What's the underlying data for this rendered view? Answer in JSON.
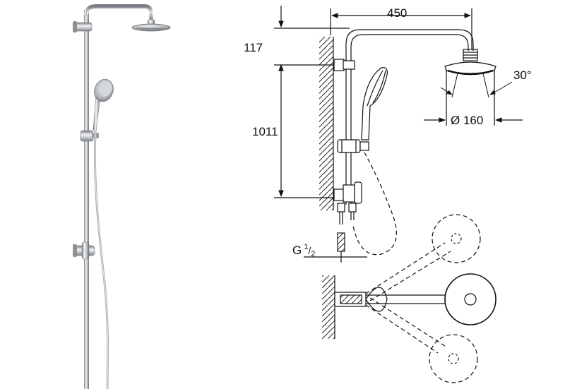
{
  "dimensions": {
    "arm_length": "450",
    "top_offset": "117",
    "rail_height": "1011",
    "spray_angle": "30°",
    "head_diameter": "Ø 160",
    "connection": {
      "main": "G",
      "num": "1",
      "den": "2"
    }
  },
  "colors": {
    "chrome_dark": "#6f7377",
    "chrome_mid": "#b9bcc0",
    "chrome_light": "#f3f4f5",
    "line": "#111111"
  }
}
